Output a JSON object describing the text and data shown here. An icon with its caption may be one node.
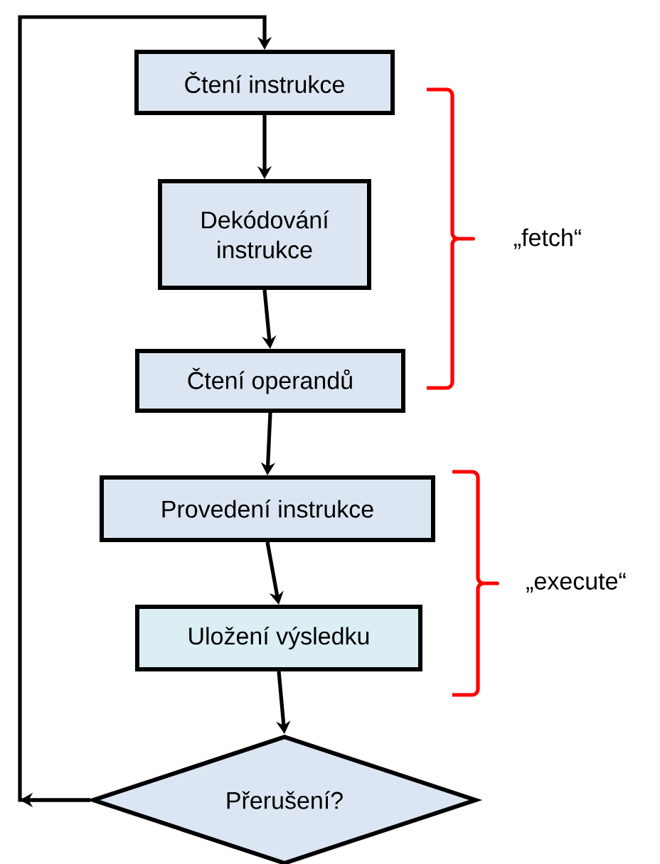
{
  "diagram": {
    "nodes": [
      {
        "text": [
          "Čtení instrukce"
        ]
      },
      {
        "text": [
          "Dekódování instrukce"
        ]
      },
      {
        "text": [
          "Čtení operandů"
        ]
      },
      {
        "text": [
          "Provedení instrukce"
        ]
      },
      {
        "text": [
          "Uložení výsledku"
        ]
      },
      {
        "text": [
          "Přerušení?"
        ]
      }
    ],
    "edges": [
      {
        "from": 0,
        "to": 1,
        "arrow": "to"
      },
      {
        "from": 1,
        "to": 2,
        "arrow": "to"
      },
      {
        "from": 2,
        "to": 3,
        "arrow": "to"
      },
      {
        "from": 3,
        "to": 4,
        "arrow": "to"
      },
      {
        "from": 4,
        "to": 5,
        "arrow": "to"
      },
      {
        "from": 5,
        "to": 0,
        "arrow": "to"
      }
    ],
    "labels": [
      "„fetch“",
      "„execute“"
    ]
  }
}
